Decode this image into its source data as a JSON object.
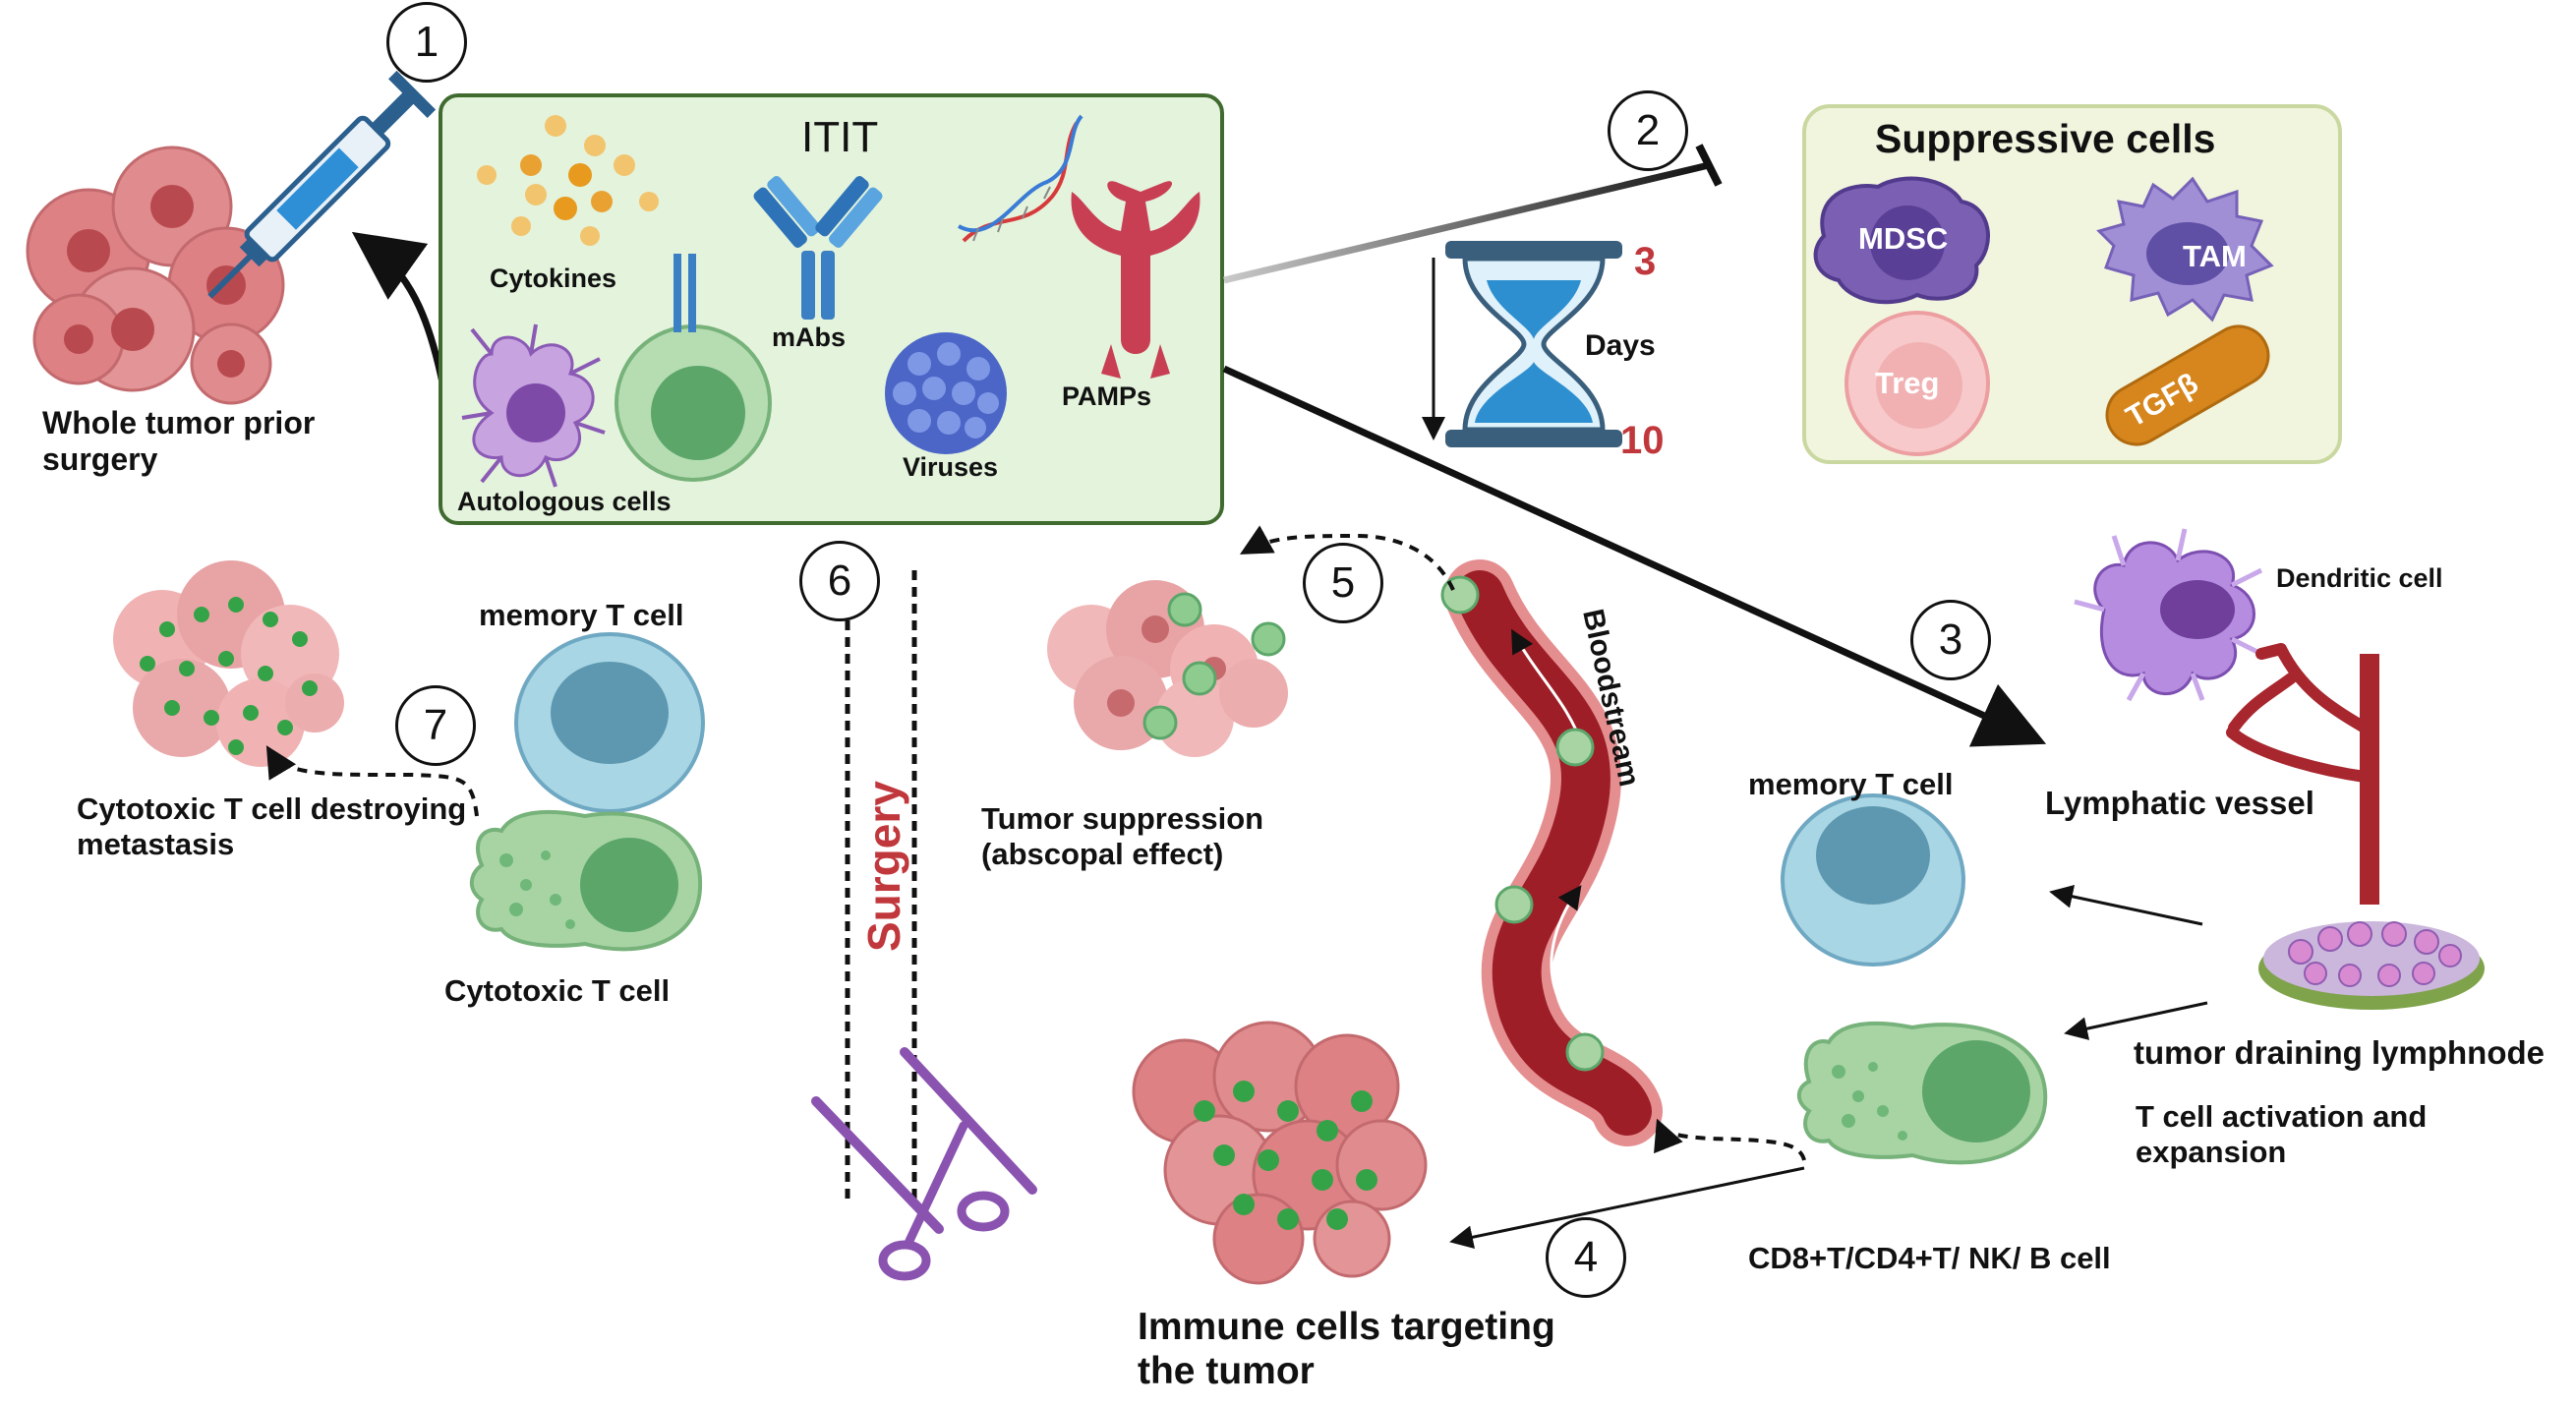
{
  "steps": [
    "1",
    "2",
    "3",
    "4",
    "5",
    "6",
    "7"
  ],
  "itit_box": {
    "title": "ITIT",
    "components": [
      "Cytokines",
      "mAbs",
      "PAMPs",
      "Viruses",
      "Autologous cells"
    ]
  },
  "tumor": {
    "whole_tumor": "Whole tumor prior surgery"
  },
  "suppressive": {
    "title": "Suppressive cells",
    "cells": [
      "MDSC",
      "TAM",
      "Treg",
      "TGFβ"
    ]
  },
  "timeline": {
    "start": "3",
    "unit": "Days",
    "end": "10"
  },
  "lymph": {
    "dendritic": "Dendritic cell",
    "vessel": "Lymphatic vessel",
    "node": "tumor draining lymphnode",
    "activation": "T cell activation and expansion",
    "memory": "memory T cell",
    "effectors": "CD8+T/CD4+T/ NK/ B cell"
  },
  "blood": {
    "label": "Bloodstream"
  },
  "abscopal": {
    "label": "Tumor suppression (abscopal effect)"
  },
  "targeting": {
    "label": "Immune cells targeting the tumor"
  },
  "surgery": {
    "label": "Surgery"
  },
  "metastasis": {
    "memory": "memory T cell",
    "destroying": "Cytotoxic T cell destroying metastasis",
    "cytotoxic": "Cytotoxic T cell"
  },
  "colors": {
    "itit_bg": "#e4f3dc",
    "itit_border": "#3f6b2f",
    "supp_bg": "#f1f5de",
    "supp_border": "#c9d8a0",
    "tumor": "#d9777a",
    "blood": "#9d1e26",
    "surgery_red": "#c0373c",
    "memory": "#a9d6e4",
    "cytotoxic": "#a8d4a4",
    "dendritic": "#9c6fc4"
  }
}
